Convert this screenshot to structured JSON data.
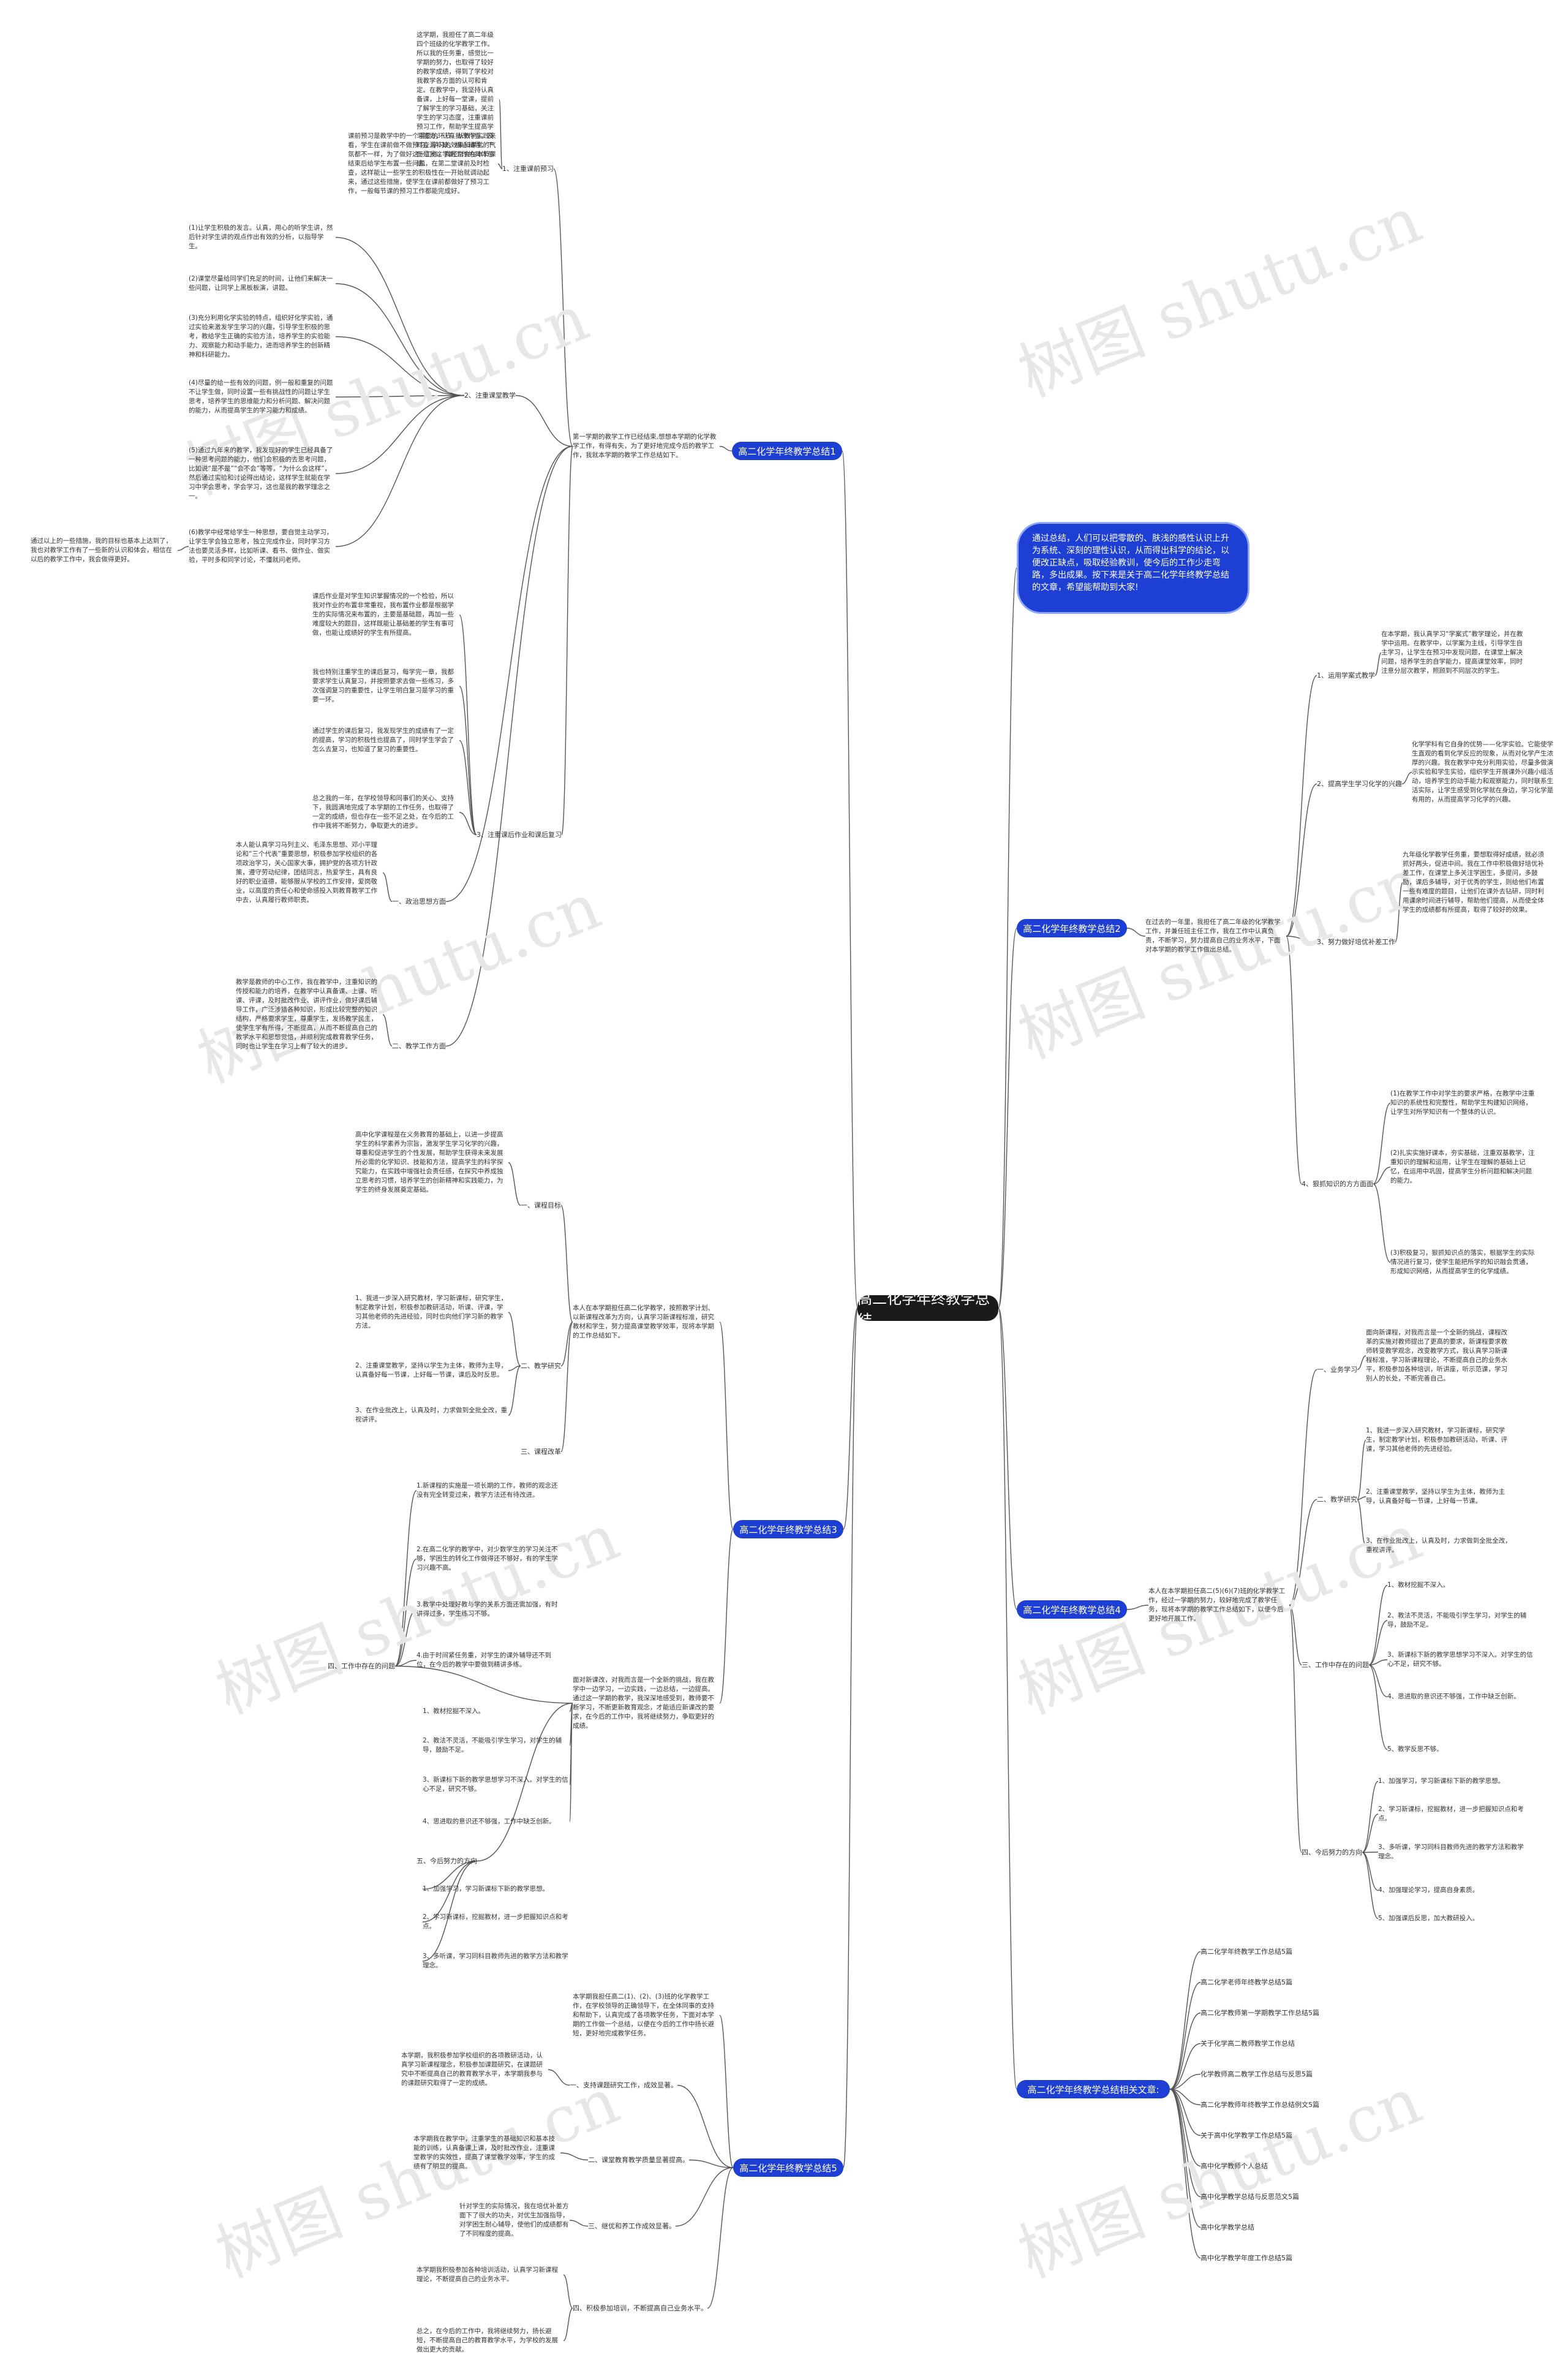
{
  "colors": {
    "root": "#1b1b1b",
    "hub": "#1e3fd4",
    "edge": "#555555"
  },
  "root": "高二化学年终教学总结",
  "intro": "通过总结，人们可以把零散的、肤浅的感性认识上升为系统、深刻的理性认识，从而得出科学的结论，以便改正缺点，吸取经验教训，使今后的工作少走弯路，多出成果。按下来是关于高二化学年终教学总结的文章，希望能帮助到大家!",
  "watermark": "树图 shutu.cn",
  "b1": {
    "title": "高二化学年终教学总结1",
    "desc": "第一学期的教学工作已经结束,想想本学期的化学教学工作，有得有失，为了更好地完成今后的教学工作，我就本学期的教学工作总结如下。",
    "s1": {
      "label": "1、注重课前预习",
      "t1": "这学期，我担任了高二年级四个班级的化学教学工作。所以我的任务重，感觉比一学期的努力，也取得了较好的教学成绩，得到了学校对我教学各方面的认可和肯定。在教学中，我坚持认真备课，上好每一堂课，提前了解学生的学习基础，关注学生的学习态度，注重课前预习工作，帮助学生提高学习能力，认真批改作业，及时查漏补缺，细心辅导，下面是我这学期工作的具体总结。",
      "t2": "课前预习是教学中的一个重要的环节，从教学实践来看，学生在课前做不做预习，学习的效果和课堂的气氛都不一样，为了做好这一工作，我经常会在本节课结束后给学生布置一些问题，在第二堂课前及时检查，这样能让一些学生的积极性在一开始就调动起来，通过这些措施，使学生在课前都做好了预习工作，一般每节课的预习工作都能完成好。"
    },
    "s2": {
      "label": "2、注重课堂教学",
      "t1": "(1)让学生积极的发言。认真，用心的听学生讲，然后针对学生讲的观点作出有效的分析，以指导学生。",
      "t2": "(2)课堂尽量给同学们充足的时间，让他们来解决一些问题，让同学上黑板板演，讲题。",
      "t3": "(3)充分利用化学实验的特点，组织好化学实验，通过实验来激发学生学习的兴趣，引导学生积极的思考，教给学生正确的实验方法，培养学生的实验能力、观察能力和动手能力，进而培养学生的创新精神和科研能力。",
      "t4": "(4)尽量的给一些有效的问题，例一般和重复的问题不让学生做，同时设置一些有挑战性的问题让学生思考，培养学生的思维能力和分析问题、解决问题的能力，从而提高学生的学习能力和成绩。",
      "t5": "(5)通过九年来的教学，我发现好的学生已经具备了一种思考问题的能力，他们会积极的去思考问题，比如说“是不是”“会不会”等等，“为什么会这样”，然后通过实验和讨论得出结论，这样学生就能在学习中学会思考，学会学习，这也是我的教学理念之一。",
      "t6": "(6)教学中经常给学生一种思想，要自觉主动学习，让学生学会独立思考，独立完成作业，同时学习方法也要灵活多样，比如听课、看书、做作业、做实验，平时多和同学讨论，不懂就问老师。"
    },
    "s3": {
      "label": "3、注重课后作业和课后复习",
      "t1": "课后作业是对学生知识掌握情况的一个检验，所以我对作业的布置非常重视，我布置作业都是根据学生的实际情况来布置的，主要是基础题，再加一些难度较大的题目，这样既能让基础差的学生有事可做，也能让成绩好的学生有所提高。",
      "t2": "我也特别注重学生的课后复习，每学完一章，我都要求学生认真复习，并按照要求去做一些练习，多次强调复习的重要性，让学生明白复习是学习的重要一环。",
      "t3": "通过学生的课后复习，我发现学生的成绩有了一定的提高，学习的积极性也提高了，同时学生学会了怎么去复习，也知道了复习的重要性。",
      "t4": "总之我的一年，在学校领导和同事们的关心、支持下，我圆满地完成了本学期的工作任务，也取得了一定的成绩，但也存在一些不足之处，在今后的工作中我将不断努力，争取更大的进步。"
    },
    "s4": {
      "label": "一、政治思想方面",
      "t1": "本人能认真学习马列主义、毛泽东思想、邓小平理论和“三个代表”重要思想，积极参加学校组织的各项政治学习，关心国家大事，拥护党的各项方针政策，遵守劳动纪律，团结同志，热爱学生，具有良好的职业道德，能够服从学校的工作安排，爱岗敬业，以高度的责任心和使命感投入到教育教学工作中去，认真履行教师职责。"
    },
    "s5": {
      "label": "二、教学工作方面",
      "t1": "教学是教师的中心工作，我在教学中，注重知识的传授和能力的培养，在教学中认真备课、上课、听课、评课，及时批改作业、讲评作业，做好课后辅导工作，广泛涉猎各种知识，形成比较完整的知识结构，严格要求学生，尊重学生，发扬教学民主，使学生学有所得，不断提高，从而不断提高自己的教学水平和思想觉悟，并顺利完成教育教学任务，同时也让学生在学习上有了较大的进步。"
    },
    "left_note": "通过以上的一些措施，我的目标也基本上达到了，我也对教学工作有了一些新的认识和体会，相信在以后的教学工作中，我会做得更好。"
  },
  "b2": {
    "title": "高二化学年终教学总结2",
    "desc": "在过去的一年里，我担任了高二年级的化学教学工作，并兼任班主任工作，我在工作中认真负责，不断学习，努力提高自己的业务水平，下面对本学期的教学工作做出总结。",
    "s1": {
      "label": "1、运用学案式教学",
      "t1": "在本学期，我认真学习“学案式”教学理论，并在教学中运用。在教学中，以学案为主线，引导学生自主学习，让学生在预习中发现问题，在课堂上解决问题，培养学生的自学能力，提高课堂效率，同时注意分层次教学，照顾到不同层次的学生。"
    },
    "s2": {
      "label": "2、提高学生学习化学的兴趣",
      "t1": "化学学科有它自身的优势——化学实验。它能使学生直观的看到化学反应的现象，从而对化学产生浓厚的兴趣。我在教学中充分利用实验，尽量多做演示实验和学生实验，组织学生开展课外兴趣小组活动，培养学生的动手能力和观察能力，同时联系生活实际，让学生感受到化学就在身边，学习化学是有用的，从而提高学习化学的兴趣。"
    },
    "s3": {
      "label": "3、努力做好培优补差工作",
      "t1": "九年级化学教学任务重，要想取得好成绩，就必须抓好两头，促进中间。我在工作中积极做好培优补差工作，在课堂上多关注学困生，多提问，多鼓励，课后多辅导，对于优秀的学生，则给他们布置一些有难度的题目，让他们在课外去钻研，同时利用课余时间进行辅导，帮助他们提高，从而使全体学生的成绩都有所提高，取得了较好的效果。"
    },
    "s4": {
      "label": "4、狠抓知识的方方面面",
      "t1": "(1)在教学工作中对学生的要求严格，在教学中注重知识的系统性和完整性，帮助学生构建知识网络，让学生对所学知识有一个整体的认识。",
      "t2": "(2)扎实实施好课本，夯实基础，注重双基教学，注重知识的理解和运用，让学生在理解的基础上记忆，在运用中巩固，提高学生分析问题和解决问题的能力。",
      "t3": "(3)积极复习，狠抓知识点的落实，根据学生的实际情况进行复习，使学生能把所学的知识融会贯通，形成知识网络，从而提高学生的化学成绩。"
    }
  },
  "b3": {
    "title": "高二化学年终教学总结3",
    "desc": "本人在本学期担任高二化学教学，按照教学计划、以新课程改革为方向，认真学习新课程标准，研究教材和学生，努力提高课堂教学效率，现将本学期的工作总结如下。",
    "s1": {
      "label": "一、课程目标",
      "t1": "高中化学课程是在义务教育的基础上，以进一步提高学生的科学素养为宗旨，激发学生学习化学的兴趣，尊重和促进学生的个性发展，帮助学生获得未来发展所必需的化学知识、技能和方法，提高学生的科学探究能力，在实践中增强社会责任感，在探究中养成独立思考的习惯，培养学生的创新精神和实践能力，为学生的终身发展奠定基础。"
    },
    "s2": {
      "label": "二、教学研究",
      "t1": "1、我进一步深入研究教材，学习新课标，研究学生，制定教学计划，积极参加教研活动，听课、评课，学习其他老师的先进经验，同时也向他们学习新的教学方法。",
      "t2": "2、注重课堂教学，坚持以学生为主体，教师为主导，认真备好每一节课，上好每一节课，课后及时反思。",
      "t3": "3、在作业批改上，认真及时，力求做到全批全改，重视讲评。"
    },
    "s3": {
      "label": "三、课程改革",
      "t1": ""
    },
    "s4": {
      "label": "四、工作中存在的问题",
      "t1": "1.新课程的实施是一项长期的工作，教师的观念还没有完全转变过来，教学方法还有待改进。",
      "t2": "2.在高二化学的教学中，对少数学生的学习关注不够，学困生的转化工作做得还不够好，有的学生学习兴趣不高。",
      "t3": "3.教学中处理好教与学的关系方面还需加强，有时讲得过多，学生练习不够。",
      "t4": "4.由于时间紧任务重，对学生的课外辅导还不到位，在今后的教学中要做到精讲多练。"
    },
    "s5": {
      "label": "五、今后努力的方向",
      "t1": "1、加强学习，学习新课标下新的教学思想。",
      "t2": "2、学习新课标，挖掘教材，进一步把握知识点和考点。",
      "t3": "3、多听课，学习同科目教师先进的教学方法和教学理念。"
    },
    "desc2": "面对新课改，对我而言是一个全新的挑战，我在教学中一边学习，一边实践，一边总结，一边提高。通过这一学期的教学，我深深地感受到，教师要不断学习，不断更新教育观念，才能适应新课改的要求，在今后的工作中，我将继续努力，争取更好的成绩。",
    "s4_list": {
      "t1": "1、教材挖掘不深入。",
      "t2": "2、教法不灵活，不能吸引学生学习，对学生的辅导，鼓励不足。",
      "t3": "3、新课标下新的教学思想学习不深入。对学生的信心不足，研究不够。",
      "t4": "4、思进取的意识还不够强，工作中缺乏创新。"
    }
  },
  "b4": {
    "title": "高二化学年终教学总结4",
    "desc": "本人在本学期担任高二(5)(6)(7)班的化学教学工作，经过一学期的努力，较好地完成了教学任务，现将本学期的教学工作总结如下，以便今后更好地开展工作。",
    "s1": {
      "label": "一、业务学习",
      "t1": "面向新课程，对我而言是一个全新的挑战，课程改革的实施对教师提出了更高的要求，新课程要求教师转变教学观念，改变教学方式，我认真学习新课程标准，学习新课程理论，不断提高自己的业务水平，积极参加各种培训，听讲座，听示范课，学习别人的长处，不断完善自己。"
    },
    "s2": {
      "label": "二、教学研究",
      "t1": "1、我进一步深入研究教材，学习新课标，研究学生，制定教学计划，积极参加教研活动，听课、评课，学习其他老师的先进经验。",
      "t2": "2、注重课堂教学，坚持以学生为主体，教师为主导，认真备好每一节课，上好每一节课。",
      "t3": "3、在作业批改上，认真及时，力求做到全批全改，重视讲评。"
    },
    "s3": {
      "label": "三、工作中存在的问题",
      "t1": "1、教材挖掘不深入。",
      "t2": "2、教法不灵活，不能吸引学生学习，对学生的辅导，鼓励不足。",
      "t3": "3、新课标下新的教学思想学习不深入。对学生的信心不足，研究不够。",
      "t4": "4、思进取的意识还不够强，工作中缺乏创新。",
      "t5": "5、教学反思不够。"
    },
    "s4": {
      "label": "四、今后努力的方向",
      "t1": "1、加强学习，学习新课标下新的教学思想。",
      "t2": "2、学习新课标，挖掘教材，进一步把握知识点和考点。",
      "t3": "3、多听课，学习同科目教师先进的教学方法和教学理念。",
      "t4": "4、加强理论学习，提高自身素质。",
      "t5": "5、加强课后反思，加大教研投入。"
    }
  },
  "b5": {
    "title": "高二化学年终教学总结5",
    "desc": "本学期我担任高二(1)、(2)、(3)班的化学教学工作，在学校领导的正确领导下，在全体同事的支持和帮助下，认真完成了各项教学任务，下面对本学期的工作做一个总结，以便在今后的工作中扬长避短，更好地完成教学任务。",
    "s1": {
      "label": "一、支持课题研究工作，成效显著。",
      "t1": "本学期，我积极参加学校组织的各项教研活动，认真学习新课程理念，积极参加课题研究，在课题研究中不断提高自己的教育教学水平，本学期我参与的课题研究取得了一定的成绩。"
    },
    "s2": {
      "label": "二、课堂教育教学质量显著提高。",
      "t1": "本学期我在教学中，注重学生的基础知识和基本技能的训练，认真备课上课，及时批改作业，注重课堂教学的实效性，提高了课堂教学效率，学生的成绩有了明显的提高。"
    },
    "s3": {
      "label": "三、继优和养工作成效显著。",
      "t1": "针对学生的实际情况，我在培优补差方面下了很大的功夫，对优生加强指导，对学困生耐心辅导，使他们的成绩都有了不同程度的提高。"
    },
    "s4": {
      "label": "四、积极参加培训，不断提高自己业务水平。",
      "t1": "本学期我积极参加各种培训活动，认真学习新课程理论，不断提高自己的业务水平。",
      "t2": "总之，在今后的工作中，我将继续努力，扬长避短，不断提高自己的教育教学水平，为学校的发展做出更大的贡献。"
    }
  },
  "b6": {
    "title": "高二化学年终教学总结相关文章:",
    "items": [
      "高二化学年终教学工作总结5篇",
      "高二化学老师年终教学总结5篇",
      "高二化学教师第一学期教学工作总结5篇",
      "关于化学高二教师教学工作总结",
      "化学教师高二教学工作总结与反思5篇",
      "高二化学教师年终教学工作总结例文5篇",
      "关于高中化学教学工作总结5篇",
      "高中化学教师个人总结",
      "高中化学教学总结与反思范文5篇",
      "高中化学教学总结",
      "高中化学教学年度工作总结5篇"
    ]
  }
}
